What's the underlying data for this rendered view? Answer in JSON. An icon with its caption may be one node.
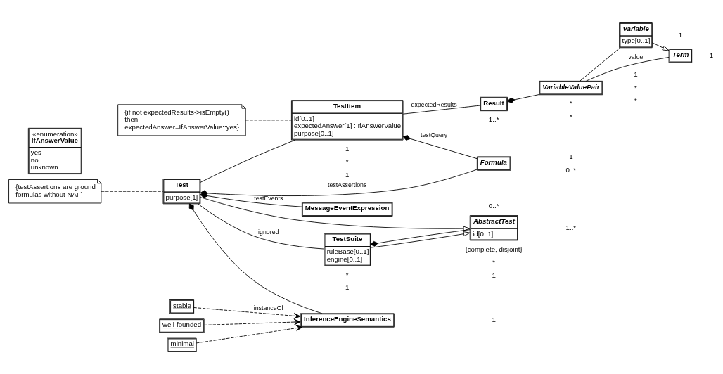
{
  "diagram": {
    "nodes": [
      {
        "text": [
          "MessageEventExpression"
        ]
      },
      {
        "text": [
          "{testAssertions are ground formulas without NAF}"
        ]
      },
      {
        "text": [
          "Test",
          "purpose[1]"
        ]
      },
      {
        "text": [
          "AbstractTest",
          "id[0..1]"
        ]
      },
      {
        "text": [
          "TestSuite",
          "ruleBase[0..1]",
          "engine[0..1]"
        ]
      },
      {
        "text": [
          "Formula"
        ]
      },
      {
        "text": [
          "InferenceEngineSemantics"
        ]
      },
      {
        "text": [
          "stable"
        ]
      },
      {
        "text": [
          "well-founded"
        ]
      },
      {
        "text": [
          "minimal"
        ]
      },
      {
        "text": [
          "TestItem",
          "id[0..1]",
          "expectedAnswer[1] : IfAnswerValue",
          "purpose[0..1]"
        ]
      },
      {
        "text": [
          "Result"
        ]
      },
      {
        "text": [
          "«enumeration»",
          "IfAnswerValue",
          "yes",
          "no",
          "unknown"
        ]
      },
      {
        "text": [
          "{if not expectedResults->isEmpty() then expectedAnswer=IfAnswerValue::yes}"
        ]
      },
      {
        "text": [
          "VariableValuePair"
        ]
      },
      {
        "text": [
          "Variable",
          "type[0..1]"
        ]
      },
      {
        "text": [
          "Term"
        ]
      }
    ],
    "edges": [
      {
        "from": 2,
        "to": 0,
        "arrow": "other",
        "label": "testEvents"
      },
      {
        "from": 1,
        "to": 2,
        "arrow": "none",
        "style": "dashed"
      },
      {
        "from": 2,
        "to": 3,
        "arrow": "to"
      },
      {
        "from": 4,
        "to": 3,
        "arrow": "to"
      },
      {
        "from": 2,
        "to": 4,
        "arrow": "none",
        "label": "ignored"
      },
      {
        "from": 4,
        "to": 3,
        "arrow": "other"
      },
      {
        "from": 2,
        "to": 5,
        "arrow": "other",
        "label": "testAssertions"
      },
      {
        "from": 2,
        "to": 6,
        "arrow": "other"
      },
      {
        "from": 7,
        "to": 6,
        "arrow": "to",
        "style": "dashed",
        "label": "instanceOf"
      },
      {
        "from": 8,
        "to": 6,
        "arrow": "to",
        "style": "dashed"
      },
      {
        "from": 9,
        "to": 6,
        "arrow": "to",
        "style": "dashed"
      },
      {
        "from": 2,
        "to": 10,
        "arrow": "none"
      },
      {
        "from": 10,
        "to": 5,
        "arrow": "other",
        "label": "testQuery"
      },
      {
        "from": 10,
        "to": 11,
        "arrow": "none",
        "label": "expectedResults"
      },
      {
        "from": 13,
        "to": 10,
        "arrow": "none",
        "style": "dashed"
      },
      {
        "from": 11,
        "to": 14,
        "arrow": "other"
      },
      {
        "from": 14,
        "to": 15,
        "arrow": "none"
      },
      {
        "from": 14,
        "to": 16,
        "arrow": "none",
        "label": "value"
      },
      {
        "from": 15,
        "to": 16,
        "arrow": "to"
      }
    ],
    "labels": [
      "0..*",
      "1",
      "1..*",
      "{complete, disjoint}",
      "1",
      "*",
      "*",
      "0..*",
      "1",
      "1",
      "*",
      "1..*",
      "1",
      "1",
      "*",
      "*",
      "1",
      "*",
      "*",
      "1",
      "1"
    ]
  }
}
